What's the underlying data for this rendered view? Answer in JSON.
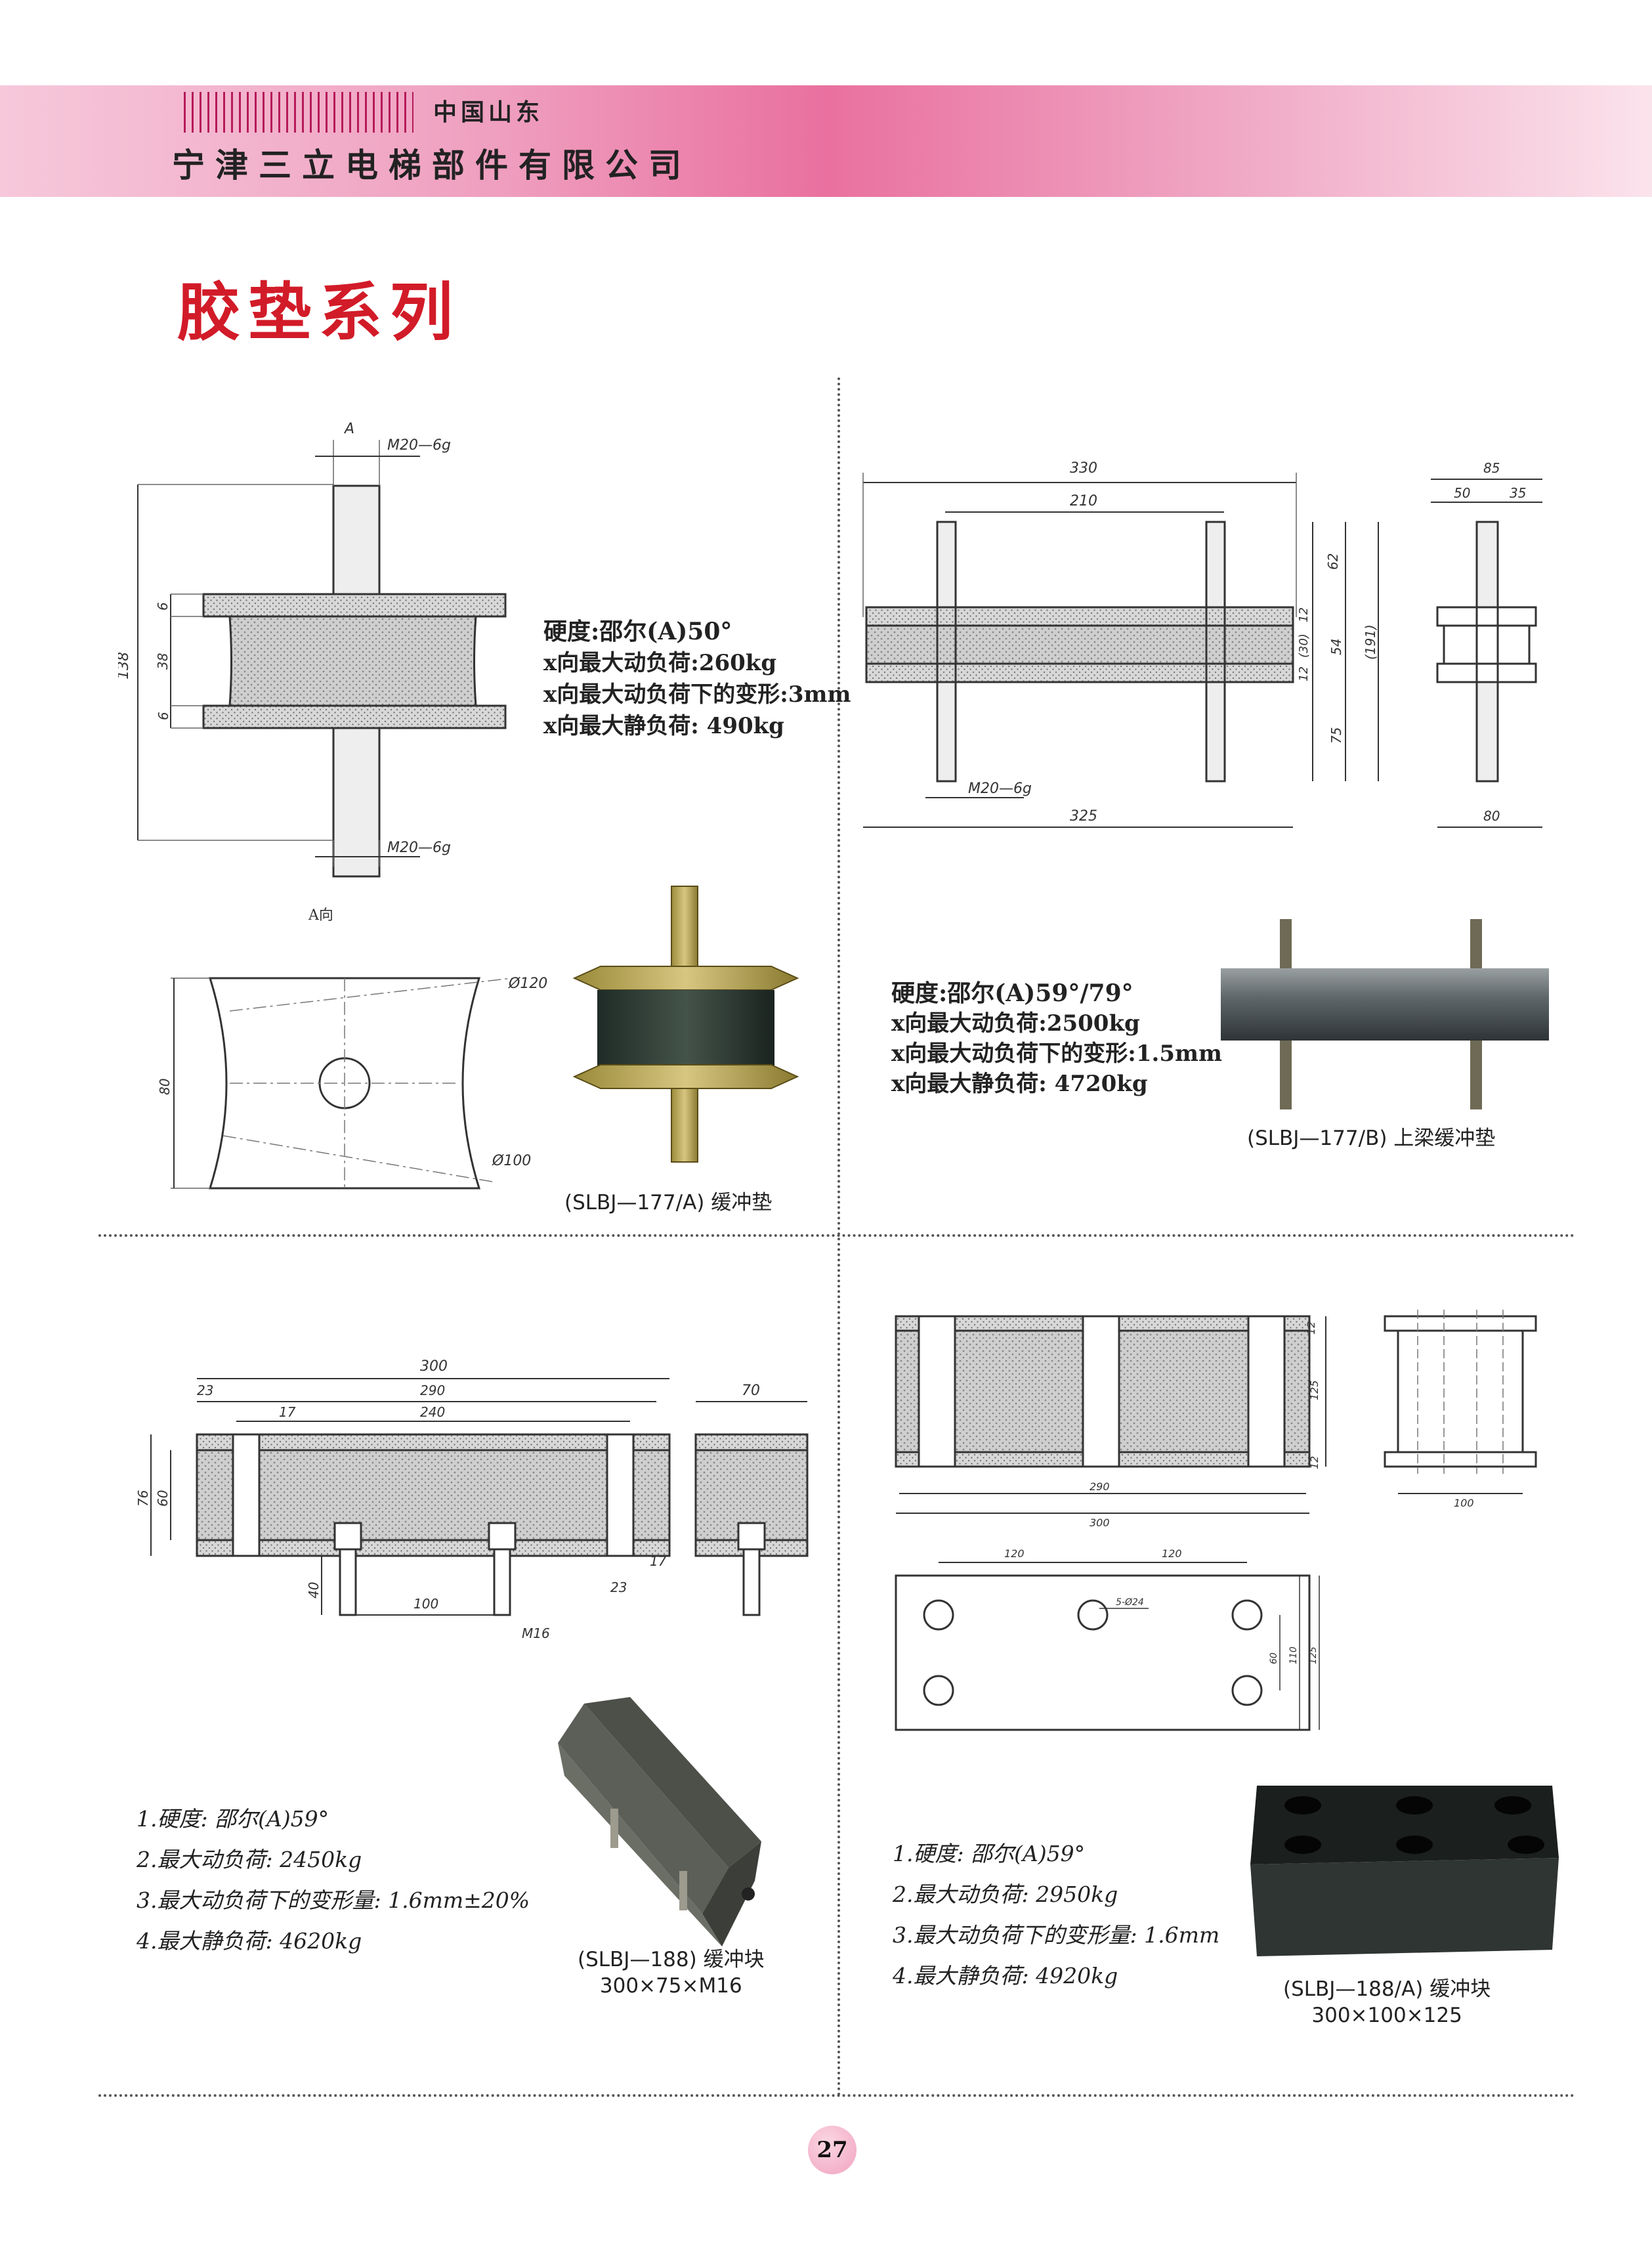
{
  "header": {
    "region": "中国山东",
    "company": "宁津三立电梯部件有限公司"
  },
  "page_title": "胶垫系列",
  "page_number": "27",
  "products": [
    {
      "caption": "(SLBJ—177/A) 缓冲垫",
      "specs": [
        "硬度:邵尔(A)50°",
        "x向最大动负荷:260kg",
        "x向最大动负荷下的变形:3mm",
        "x向最大静负荷: 490kg"
      ],
      "dims": {
        "thread": "M20—6g",
        "thread2": "M20—6g",
        "arrow": "A",
        "view": "A向",
        "h_total": "138",
        "h_plate1": "6",
        "h_core": "38",
        "h_plate2": "6",
        "d_outer": "Ø120",
        "d_inner": "Ø100",
        "h_view": "80"
      }
    },
    {
      "caption": "(SLBJ—177/B) 上梁缓冲垫",
      "specs": [
        "硬度:邵尔(A)59°/79°",
        "x向最大动负荷:2500kg",
        "x向最大动负荷下的变形:1.5mm",
        "x向最大静负荷: 4720kg"
      ],
      "dims": {
        "w_total": "330",
        "w_pitch": "210",
        "w_base": "325",
        "thread": "M20—6g",
        "h_top": "62",
        "h_plate1": "12",
        "h_core": "(30)",
        "h_mid": "54",
        "h_total": "(191)",
        "h_plate2": "12",
        "h_bot": "75",
        "side_w": "85",
        "side_a": "50",
        "side_b": "35",
        "side_base": "80"
      }
    },
    {
      "caption_line1": "(SLBJ—188) 缓冲块",
      "caption_line2": "300×75×M16",
      "specs": [
        "1.硬度: 邵尔(A)59°",
        "2.最大动负荷: 2450kg",
        "3.最大动负荷下的变形量: 1.6mm±20%",
        "4.最大静负荷: 4620kg"
      ],
      "dims": {
        "w_total": "300",
        "w_23": "23",
        "w_290": "290",
        "w_17": "17",
        "w_240": "240",
        "h_76": "76",
        "h_60": "60",
        "h_40": "40",
        "pitch": "100",
        "thread": "M16",
        "end_23": "23",
        "end_17": "17",
        "side_w": "70"
      }
    },
    {
      "caption_line1": "(SLBJ—188/A) 缓冲块",
      "caption_line2": "300×100×125",
      "specs": [
        "1.硬度: 邵尔(A)59°",
        "2.最大动负荷: 2950kg",
        "3.最大动负荷下的变形量: 1.6mm",
        "4.最大静负荷: 4920kg"
      ],
      "dims": {
        "w_290": "290",
        "w_300": "300",
        "h_12a": "12",
        "h_125": "125",
        "h_12b": "12",
        "side_100": "100",
        "p1": "120",
        "p2": "120",
        "holes": "5-Ø24",
        "h_60": "60",
        "h_110": "110",
        "h_125b": "125"
      }
    }
  ]
}
